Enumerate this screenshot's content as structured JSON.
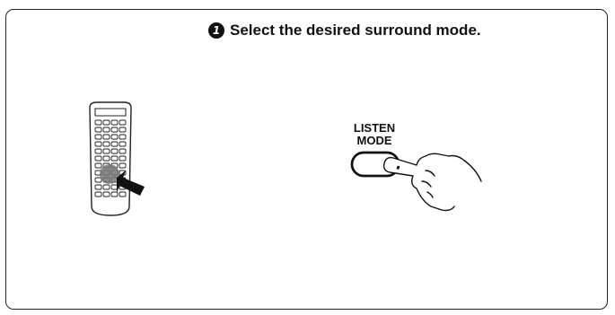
{
  "instruction": {
    "step_number": "1",
    "text": "Select the desired surround mode."
  },
  "button": {
    "line1": "LISTEN",
    "line2": "MODE"
  },
  "icons": {
    "step_badge": "circled-number-1-icon",
    "remote": "remote-control-icon",
    "arrow": "pointing-arrow-icon",
    "hand": "pressing-hand-icon"
  }
}
